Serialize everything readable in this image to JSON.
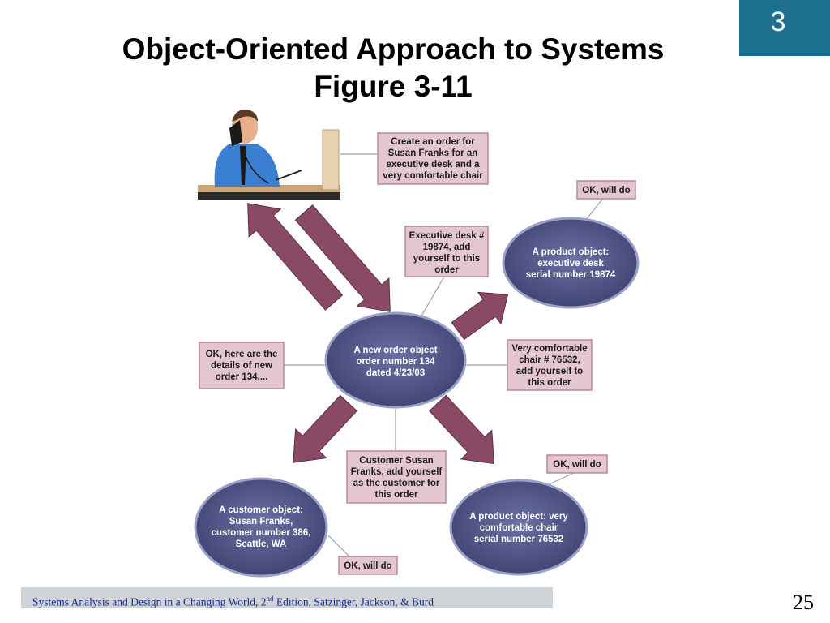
{
  "slide": {
    "chapter": "3",
    "title_line1": "Object-Oriented Approach to Systems",
    "title_line2": "Figure 3-11",
    "page_number": "25",
    "footer": {
      "prefix": "Systems Analysis and Design in a Changing World, 2",
      "sup": "nd",
      "suffix": " Edition, Satzinger, Jackson, & Burd"
    }
  },
  "diagram": {
    "colors": {
      "object_fill": "#4a4f80",
      "object_border": "#9aa0c8",
      "message_fill": "#e4c6cf",
      "message_border": "#b88a98",
      "arrow_fill": "#8a4a66"
    },
    "order_request": [
      "Create an order for",
      "Susan Franks for an",
      "executive desk and a",
      "very comfortable chair"
    ],
    "ok_top": [
      "OK, will do"
    ],
    "desk_message": [
      "Executive desk #",
      "19874, add",
      "yourself to this",
      "order"
    ],
    "product_desk": [
      "A product object:",
      "executive desk",
      "serial number 19874"
    ],
    "order_details": [
      "OK, here are the",
      "details of new",
      "order 134...."
    ],
    "order_object": [
      "A new order object",
      "order number 134",
      "dated 4/23/03"
    ],
    "chair_message": [
      "Very comfortable",
      "chair # 76532,",
      "add yourself to",
      "this order"
    ],
    "customer_message": [
      "Customer Susan",
      "Franks, add yourself",
      "as the customer for",
      "this order"
    ],
    "ok_mid": [
      "OK, will do"
    ],
    "customer_object": [
      "A customer object:",
      "Susan Franks,",
      "customer number 386,",
      "Seattle, WA"
    ],
    "product_chair": [
      "A product object: very",
      "comfortable chair",
      "serial number 76532"
    ],
    "ok_bottom": [
      "OK, will do"
    ]
  }
}
